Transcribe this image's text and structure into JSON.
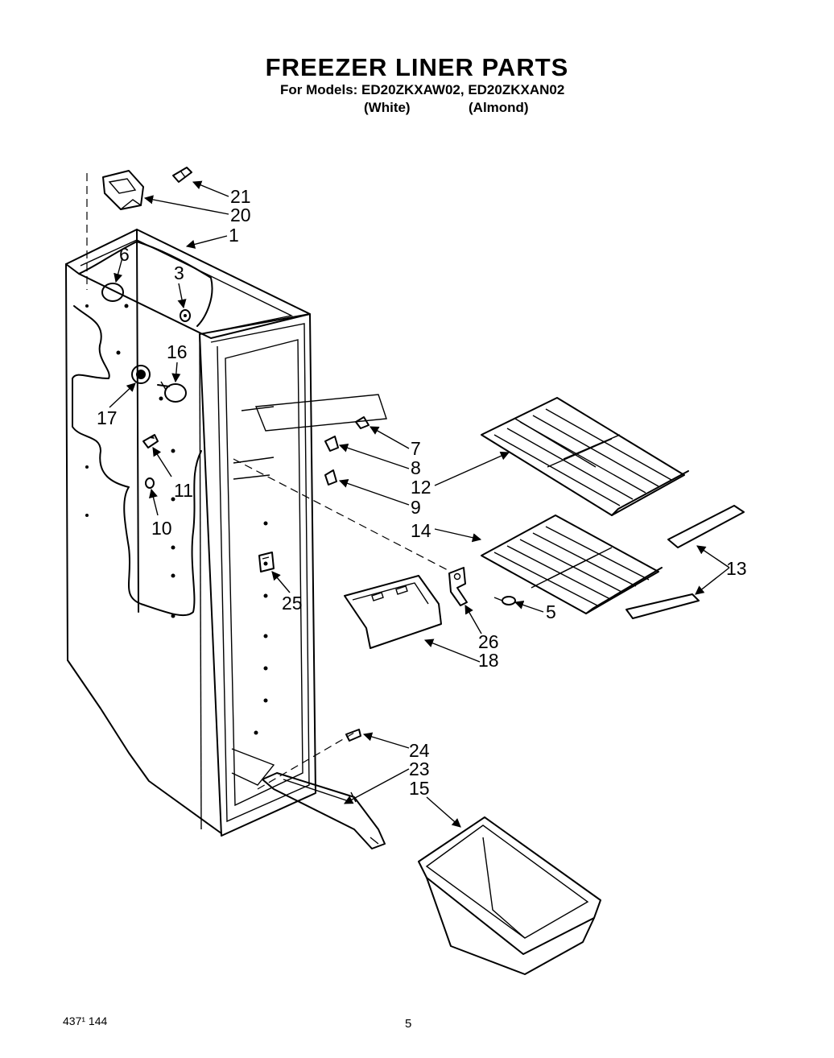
{
  "header": {
    "title": "FREEZER LINER PARTS",
    "models_line": "For Models: ED20ZKXAW02, ED20ZKXAN02",
    "finish_white": "(White)",
    "finish_almond": "(Almond)"
  },
  "callouts": [
    "21",
    "20",
    "1",
    "6",
    "3",
    "16",
    "17",
    "11",
    "10",
    "7",
    "8",
    "12",
    "9",
    "14",
    "13",
    "25",
    "26",
    "18",
    "5",
    "24",
    "23",
    "15"
  ],
  "footer": {
    "document_number": "437¹ 144",
    "page_number": "5"
  }
}
